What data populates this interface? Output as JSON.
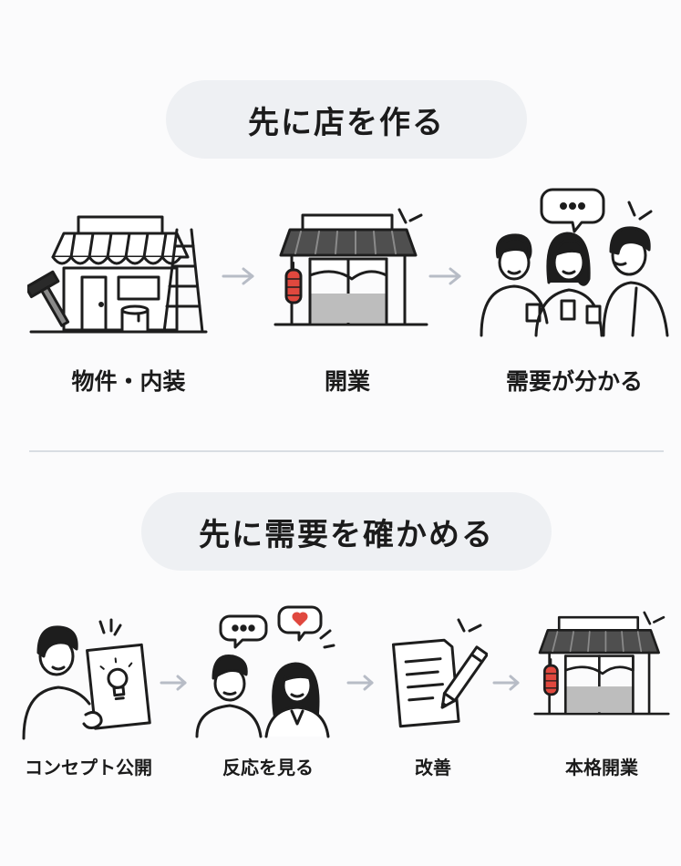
{
  "section1": {
    "title": "先に店を作る",
    "steps": [
      {
        "label": "物件・内装",
        "icon": "store-under-construction-icon"
      },
      {
        "label": "開業",
        "icon": "shop-with-lantern-icon"
      },
      {
        "label": "需要が分かる",
        "icon": "people-chatting-icon"
      }
    ]
  },
  "section2": {
    "title": "先に需要を確かめる",
    "steps": [
      {
        "label": "コンセプト公開",
        "icon": "person-showing-idea-icon"
      },
      {
        "label": "反応を見る",
        "icon": "people-reacting-icon"
      },
      {
        "label": "改善",
        "icon": "document-and-pencil-icon"
      },
      {
        "label": "本格開業",
        "icon": "shop-with-lantern-icon"
      }
    ]
  },
  "colors": {
    "pill_background": "#eef0f3",
    "divider": "#d9dde3",
    "arrow": "#b7bcc6",
    "lantern_red": "#e0483e",
    "awning_gray": "#4f4f4f",
    "heart_red": "#e0483e"
  }
}
